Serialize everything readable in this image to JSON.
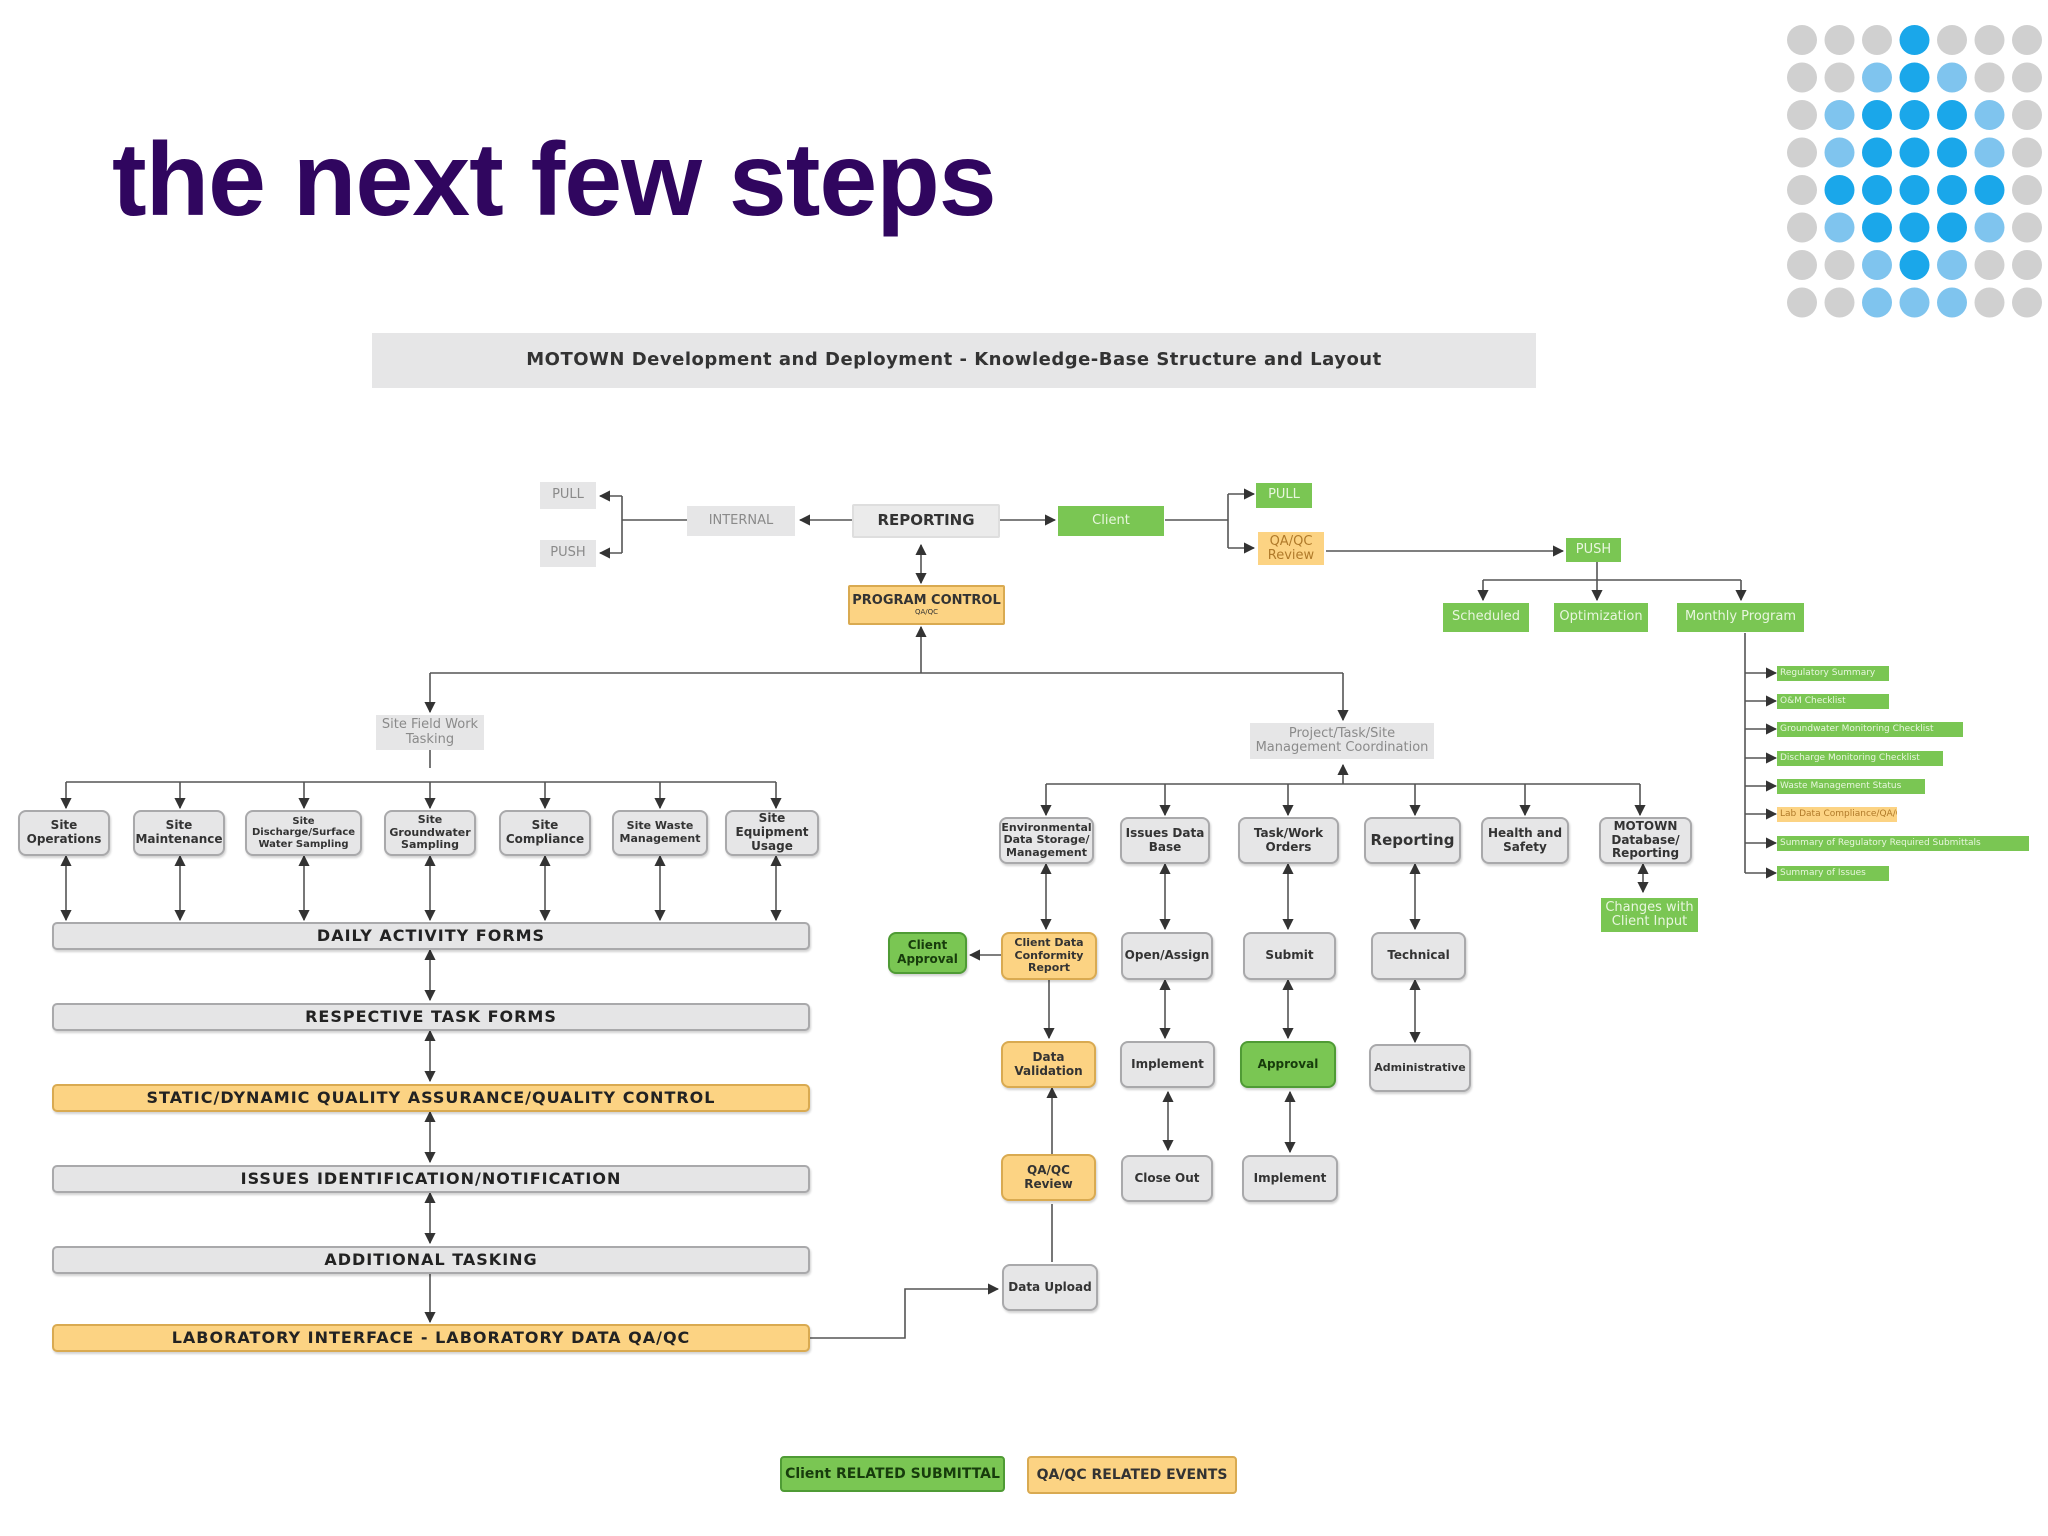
{
  "slide": {
    "title": "the next few steps"
  },
  "diagram": {
    "header": "MOTOWN Development and Deployment - Knowledge-Base Structure and Layout",
    "top": {
      "reporting": "REPORTING",
      "internal": "INTERNAL",
      "pull_left": "PULL",
      "push_left": "PUSH",
      "client": "Client",
      "pull_right": "PULL",
      "qaqc_review": "QA/QC Review",
      "push_right": "PUSH",
      "program_control": "PROGRAM CONTROL",
      "program_control_sub": "QA/QC",
      "scheduled": "Scheduled",
      "optimization": "Optimization",
      "monthly_program": "Monthly Program"
    },
    "monthly_items": [
      "Regulatory Summary",
      "O&M Checklist",
      "Groundwater Monitoring Checklist",
      "Discharge Monitoring Checklist",
      "Waste Management Status",
      "Lab Data Compliance/QA/QC",
      "Summary of Regulatory Required Submittals",
      "Summary of Issues"
    ],
    "left": {
      "site_field_work": "Site Field Work Tasking",
      "site_boxes": [
        "Site Operations",
        "Site Maintenance",
        "Site Discharge/Surface Water Sampling",
        "Site Groundwater Sampling",
        "Site Compliance",
        "Site Waste Management",
        "Site Equipment Usage"
      ],
      "bars": [
        "DAILY ACTIVITY FORMS",
        "RESPECTIVE TASK FORMS",
        "STATIC/DYNAMIC QUALITY ASSURANCE/QUALITY CONTROL",
        "ISSUES IDENTIFICATION/NOTIFICATION",
        "ADDITIONAL TASKING",
        "LABORATORY INTERFACE - LABORATORY DATA QA/QC"
      ]
    },
    "right": {
      "project_task": "Project/Task/Site Management Coordination",
      "env_data": "Environmental Data Storage/ Management",
      "issues_db": "Issues Data Base",
      "task_work_orders": "Task/Work Orders",
      "reporting": "Reporting",
      "health_safety": "Health and Safety",
      "motown_db": "MOTOWN Database/ Reporting",
      "changes_client": "Changes with Client Input",
      "client_approval": "Client Approval",
      "client_data_conformity": "Client Data Conformity Report",
      "data_validation": "Data Validation",
      "qaqc_review": "QA/QC Review",
      "data_upload": "Data Upload",
      "open_assign": "Open/Assign",
      "implement_1": "Implement",
      "close_out": "Close Out",
      "submit": "Submit",
      "approval": "Approval",
      "implement_2": "Implement",
      "technical": "Technical",
      "administrative": "Administrative"
    },
    "legend": {
      "client": "Client RELATED SUBMITTAL",
      "qaqc": "QA/QC RELATED EVENTS"
    }
  },
  "colors": {
    "title": "#30065f",
    "green": "#7ac653",
    "tan": "#fcd383",
    "grey": "#e6e6e7",
    "dot_blue": "#1aa7ea",
    "dot_grey": "#d0d0d0"
  }
}
